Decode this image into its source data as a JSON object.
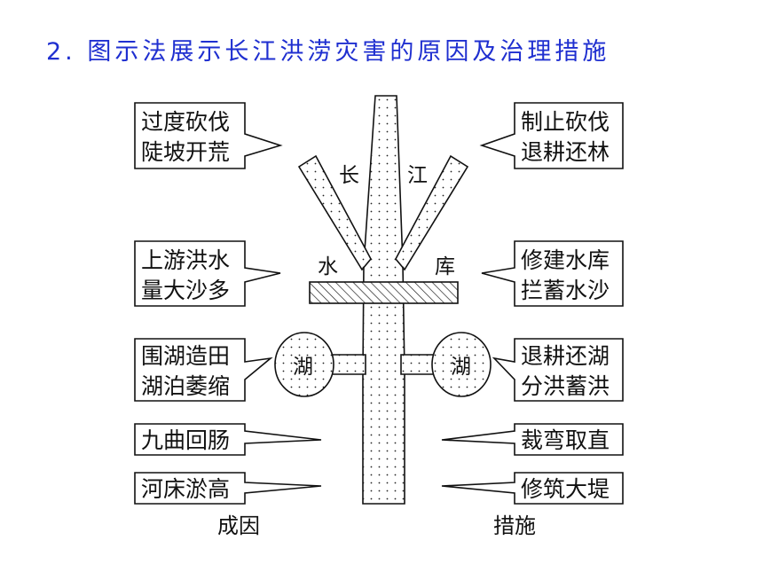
{
  "title": "2. 图示法展示长江洪涝灾害的原因及治理措施",
  "river_labels": {
    "chang": "长",
    "jiang": "江",
    "shui": "水",
    "ku": "库",
    "lake_left": "湖",
    "lake_right": "湖"
  },
  "causes": {
    "heading": "成因",
    "items": [
      {
        "line1": "过度砍伐",
        "line2": "陡坡开荒"
      },
      {
        "line1": "上游洪水",
        "line2": "量大沙多"
      },
      {
        "line1": "围湖造田",
        "line2": "湖泊萎缩"
      },
      {
        "line1": "九曲回肠",
        "line2": ""
      },
      {
        "line1": "河床淤高",
        "line2": ""
      }
    ]
  },
  "measures": {
    "heading": "措施",
    "items": [
      {
        "line1": "制止砍伐",
        "line2": "退耕还林"
      },
      {
        "line1": "修建水库",
        "line2": "拦蓄水沙"
      },
      {
        "line1": "退耕还湖",
        "line2": "分洪蓄洪"
      },
      {
        "line1": "裁弯取直",
        "line2": ""
      },
      {
        "line1": "修筑大堤",
        "line2": ""
      }
    ]
  },
  "colors": {
    "title": "#1f2fd0",
    "stroke": "#111111",
    "background": "#ffffff"
  }
}
